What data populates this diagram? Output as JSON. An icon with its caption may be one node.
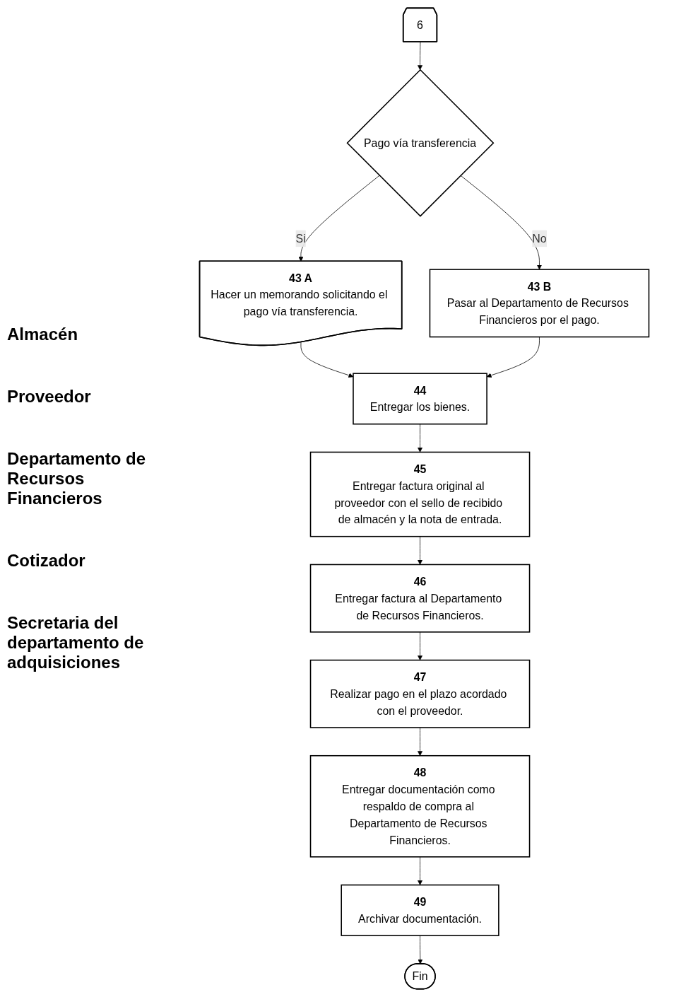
{
  "diagram": {
    "nodes": [
      {
        "text": [
          "6"
        ]
      },
      {
        "text": [
          "Pago vía transferencia"
        ]
      },
      {
        "text": [
          "43 A",
          "Hacer un memorando solicitando el pago vía transferencia."
        ]
      },
      {
        "text": [
          "43 B",
          "Pasar al Departamento de Recursos Financieros por el pago."
        ]
      },
      {
        "text": [
          "44",
          "Entregar los bienes."
        ]
      },
      {
        "text": [
          "45",
          "Entregar factura original al proveedor con el sello de recibido de almacén y la nota de entrada."
        ]
      },
      {
        "text": [
          "46",
          "Entregar factura al Departamento de Recursos Financieros."
        ]
      },
      {
        "text": [
          "47",
          "Realizar pago en el plazo acordado con el proveedor."
        ]
      },
      {
        "text": [
          "48",
          "Entregar documentación como respaldo de compra al Departamento de Recursos Financieros."
        ]
      },
      {
        "text": [
          "49",
          "Archivar documentación."
        ]
      },
      {
        "text": [
          "Fin"
        ]
      }
    ],
    "edges": [
      {
        "from": 0,
        "to": 1,
        "arrow": "to"
      },
      {
        "from": 1,
        "to": 2,
        "arrow": "to",
        "label": "Si"
      },
      {
        "from": 1,
        "to": 3,
        "arrow": "to",
        "label": "No"
      },
      {
        "from": 2,
        "to": 4,
        "arrow": "to"
      },
      {
        "from": 3,
        "to": 4,
        "arrow": "to"
      },
      {
        "from": 4,
        "to": 5,
        "arrow": "to"
      },
      {
        "from": 5,
        "to": 6,
        "arrow": "to"
      },
      {
        "from": 6,
        "to": 7,
        "arrow": "to"
      },
      {
        "from": 7,
        "to": 8,
        "arrow": "to"
      },
      {
        "from": 8,
        "to": 9,
        "arrow": "to"
      },
      {
        "from": 9,
        "to": 10,
        "arrow": "to"
      }
    ],
    "labels": [
      "Almacén",
      "Proveedor",
      "Departamento de Recursos Financieros",
      "Cotizador",
      "Secretaria del departamento de adquisiciones"
    ]
  }
}
